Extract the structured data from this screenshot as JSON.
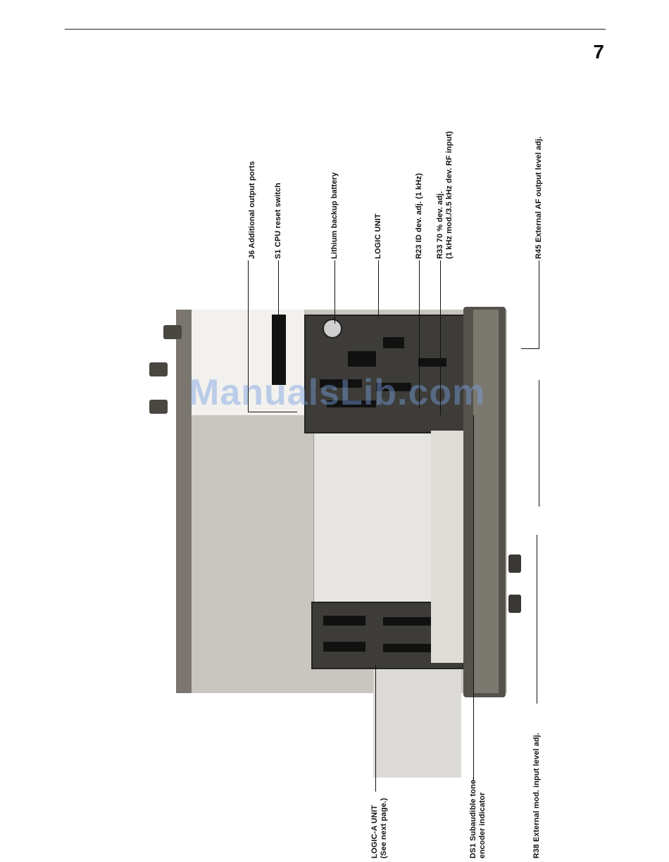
{
  "page": {
    "number": "7"
  },
  "watermark": "ManualsLib.com",
  "callouts": {
    "j6": "J6 Additional output ports",
    "s1": "S1 CPU reset switch",
    "battery": "Lithium backup battery",
    "logic_unit": "LOGIC UNIT",
    "r23": "R23 ID dev. adj. (1 kHz)",
    "r33_line1": "R33 70 % dev. adj.",
    "r33_line2": "(1 kHz mod./3.5 kHz dev. RF input)",
    "r45": "R45 External AF output level adj.",
    "logic_a_line1": "LOGIC-A UNIT",
    "logic_a_line2": "(See next page.)",
    "ds1_line1": "DS1 Subaudible tone-",
    "ds1_line2": "encoder indicator",
    "r38": "R38 External mod. input level adj."
  }
}
